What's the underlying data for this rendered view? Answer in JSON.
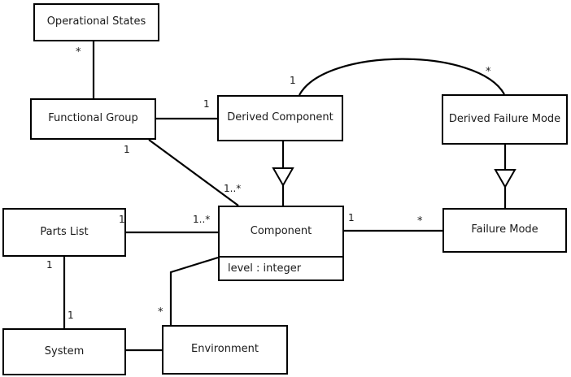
{
  "diagram": {
    "title": "UML class diagram",
    "type": "uml-class-diagram",
    "stroke_color": "#000000",
    "fill_color": "#ffffff",
    "text_color": "#1a1a1a",
    "classes": [
      {
        "id": "operational-states",
        "name": "Operational States",
        "attributes": []
      },
      {
        "id": "functional-group",
        "name": "Functional Group",
        "attributes": []
      },
      {
        "id": "derived-component",
        "name": "Derived Component",
        "attributes": []
      },
      {
        "id": "derived-failure-mode",
        "name": "Derived Failure Mode",
        "attributes": []
      },
      {
        "id": "parts-list",
        "name": "Parts List",
        "attributes": []
      },
      {
        "id": "component",
        "name": "Component",
        "attributes": [
          "level : integer"
        ]
      },
      {
        "id": "failure-mode",
        "name": "Failure Mode",
        "attributes": []
      },
      {
        "id": "system",
        "name": "System",
        "attributes": []
      },
      {
        "id": "environment",
        "name": "Environment",
        "attributes": []
      }
    ],
    "multiplicity_labels": [
      {
        "id": "opstates-to-fgroup",
        "text": "*",
        "from": "operational-states",
        "to": "functional-group"
      },
      {
        "id": "fgroup-to-dcomp",
        "text": "1",
        "from": "functional-group",
        "to": "derived-component"
      },
      {
        "id": "fgroup-to-comp",
        "text": "1",
        "from": "functional-group",
        "to": "component"
      },
      {
        "id": "fgroup-comp-end",
        "text": "1..*",
        "from": "functional-group",
        "to": "component"
      },
      {
        "id": "dcomp-arc-end",
        "text": "1",
        "from": "derived-component",
        "to": "derived-failure-mode"
      },
      {
        "id": "dfm-arc-end",
        "text": "*",
        "from": "derived-failure-mode",
        "to": "derived-component"
      },
      {
        "id": "partslist-end",
        "text": "1",
        "from": "parts-list",
        "to": "component"
      },
      {
        "id": "comp-partslist-end",
        "text": "1..*",
        "from": "component",
        "to": "parts-list"
      },
      {
        "id": "comp-fm-end",
        "text": "1",
        "from": "component",
        "to": "failure-mode"
      },
      {
        "id": "fm-comp-end",
        "text": "*",
        "from": "failure-mode",
        "to": "component"
      },
      {
        "id": "partslist-system",
        "text": "1",
        "from": "parts-list",
        "to": "system"
      },
      {
        "id": "system-partslist",
        "text": "1",
        "from": "system",
        "to": "parts-list"
      },
      {
        "id": "env-comp-end",
        "text": "*",
        "from": "environment",
        "to": "component"
      }
    ],
    "generalizations": [
      {
        "id": "gen-component-to-derived-component",
        "parent": "component",
        "child": "derived-component"
      },
      {
        "id": "gen-failure-mode-to-derived-failure-mode",
        "parent": "failure-mode",
        "child": "derived-failure-mode"
      }
    ]
  }
}
